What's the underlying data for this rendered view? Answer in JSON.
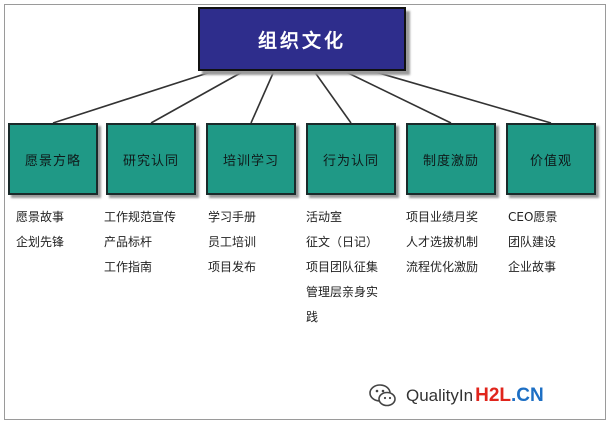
{
  "root": {
    "label": "组织文化"
  },
  "colors": {
    "root": "#2e2d8c",
    "child": "#1f9986",
    "line": "#333333"
  },
  "branches": [
    {
      "label": "愿景方略",
      "items": [
        "愿景故事",
        "企划先锋"
      ]
    },
    {
      "label": "研究认同",
      "items": [
        "工作规范宣传",
        "产品标杆",
        "工作指南"
      ]
    },
    {
      "label": "培训学习",
      "items": [
        "学习手册",
        "员工培训",
        "项目发布"
      ]
    },
    {
      "label": "行为认同",
      "items": [
        "活动室",
        "征文（日记）",
        "项目团队征集",
        "管理层亲身实",
        "践"
      ]
    },
    {
      "label": "制度激励",
      "items": [
        "项目业绩月奖",
        "人才选拔机制",
        "流程优化激励"
      ]
    },
    {
      "label": "价值观",
      "items": [
        "CEO愿景",
        "团队建设",
        "企业故事"
      ]
    }
  ],
  "watermark": {
    "text": "QualityIn",
    "brand_a": "H2L",
    "brand_b": ".CN",
    "icon": "wechat-icon"
  }
}
